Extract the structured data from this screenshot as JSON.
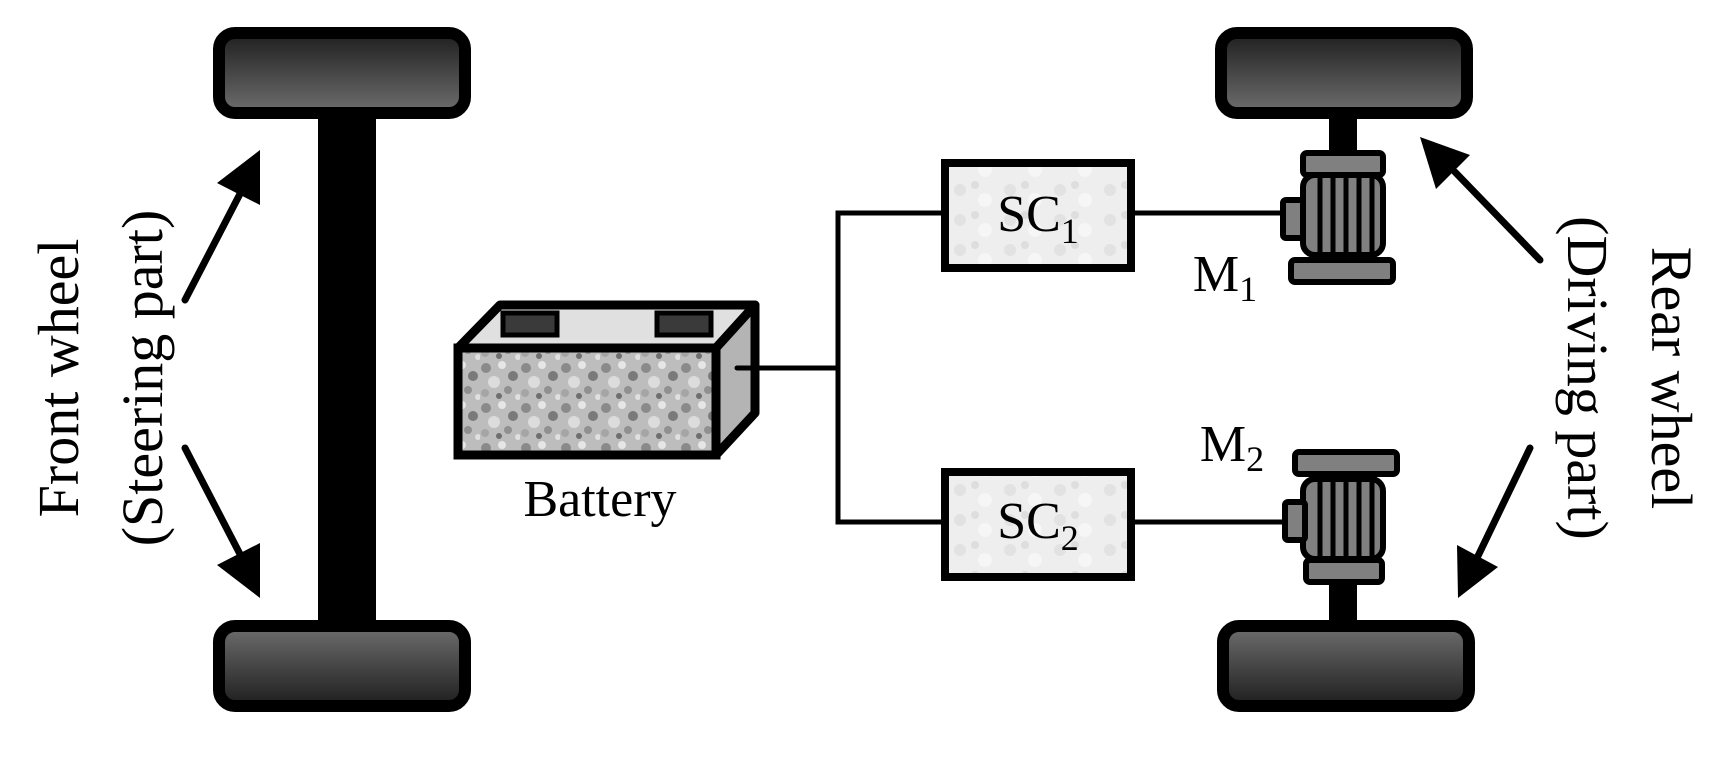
{
  "diagram": {
    "title": "Electric vehicle drive layout",
    "front": {
      "line1": "Front wheel",
      "line2": "(Steering part)"
    },
    "rear": {
      "line1": "Rear wheel",
      "line2": "(Driving part)"
    },
    "battery": {
      "label": "Battery"
    },
    "controllers": [
      {
        "base": "SC",
        "sub": "1"
      },
      {
        "base": "SC",
        "sub": "2"
      }
    ],
    "motors": [
      {
        "base": "M",
        "sub": "1"
      },
      {
        "base": "M",
        "sub": "2"
      }
    ],
    "colors": {
      "wheel_dark": "#1e1e1e",
      "wheel_light": "#6e6e6e",
      "motor": "#808080",
      "battery_top": "#e0e0e0",
      "battery_side": "#b4b4b4",
      "controller_fill": "#eeeeee"
    }
  }
}
